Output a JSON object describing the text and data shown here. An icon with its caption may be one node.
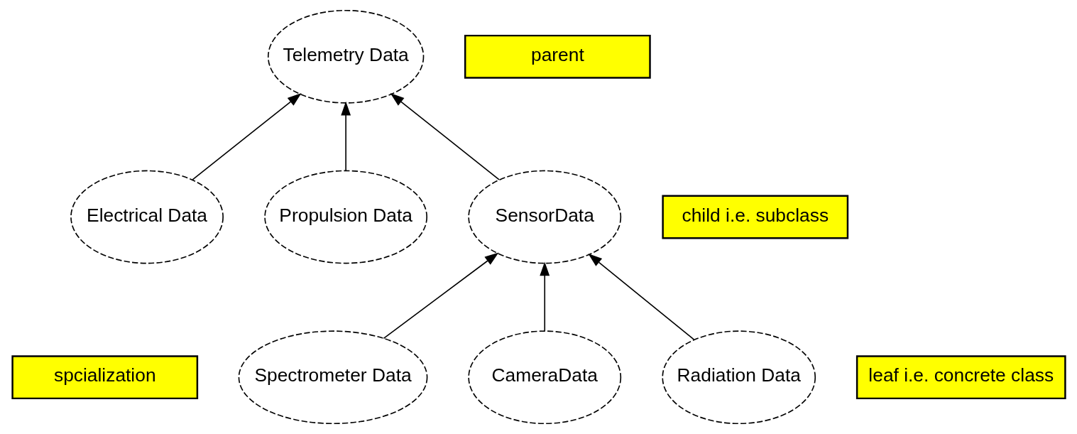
{
  "diagram": {
    "nodes": [
      {
        "text": [
          "Telemetry Data"
        ]
      },
      {
        "text": [
          "parent"
        ]
      },
      {
        "text": [
          "Electrical Data"
        ]
      },
      {
        "text": [
          "Propulsion Data"
        ]
      },
      {
        "text": [
          "SensorData"
        ]
      },
      {
        "text": [
          "child i.e. subclass"
        ]
      },
      {
        "text": [
          "spcialization"
        ]
      },
      {
        "text": [
          "Spectrometer Data"
        ]
      },
      {
        "text": [
          "CameraData"
        ]
      },
      {
        "text": [
          "Radiation Data"
        ]
      },
      {
        "text": [
          "leaf i.e. concrete class"
        ]
      }
    ],
    "edges": [
      {
        "from": 2,
        "to": 0,
        "arrow": "to"
      },
      {
        "from": 3,
        "to": 0,
        "arrow": "to"
      },
      {
        "from": 4,
        "to": 0,
        "arrow": "to"
      },
      {
        "from": 7,
        "to": 4,
        "arrow": "to"
      },
      {
        "from": 8,
        "to": 4,
        "arrow": "to"
      },
      {
        "from": 9,
        "to": 4,
        "arrow": "to"
      }
    ]
  }
}
